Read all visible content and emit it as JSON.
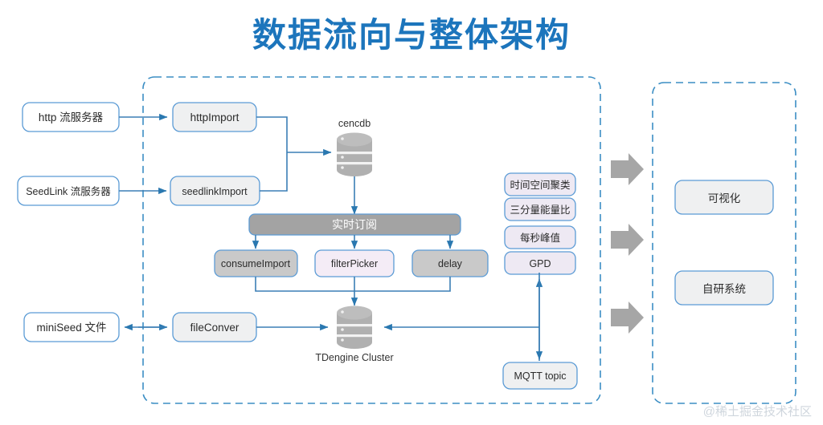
{
  "title": "数据流向与整体架构",
  "watermark": "@稀土掘金技术社区",
  "colors": {
    "title": "#1c75bc",
    "connector": "#3b7fb5",
    "panel_border": "#3b8ec4",
    "box_border": "#5b9bd5",
    "gray_fill": "#eff0f1",
    "dark_bar": "#a3a3a3",
    "pink_fill": "#f4ecf6",
    "block_arrow": "#a6a6a6",
    "watermark": "#cfd6dd"
  },
  "sources": [
    {
      "id": "http-source",
      "label": "http 流服务器"
    },
    {
      "id": "seedlink-source",
      "label": "SeedLink 流服务器"
    },
    {
      "id": "miniseed-file",
      "label": "miniSeed 文件"
    }
  ],
  "importers": [
    {
      "id": "http-import",
      "label": "httpImport"
    },
    {
      "id": "seedlink-import",
      "label": "seedlinkImport"
    },
    {
      "id": "file-conver",
      "label": "fileConver"
    }
  ],
  "databases": [
    {
      "id": "cencdb",
      "label": "cencdb",
      "caption_position": "top"
    },
    {
      "id": "tdengine-cluster",
      "label": "TDengine Cluster",
      "caption_position": "bottom"
    }
  ],
  "subscription_bar": {
    "id": "realtime-subscription",
    "label": "实时订阅"
  },
  "consumers": [
    {
      "id": "consume-import",
      "label": "consumeImport",
      "style": "gray"
    },
    {
      "id": "filter-picker",
      "label": "filterPicker",
      "style": "pink"
    },
    {
      "id": "delay",
      "label": "delay",
      "style": "gray"
    }
  ],
  "algorithms": [
    {
      "id": "spatiotemporal-clustering",
      "label": "时间空间聚类"
    },
    {
      "id": "three-component-energy-ratio",
      "label": "三分量能量比"
    },
    {
      "id": "peak-per-second",
      "label": "每秒峰值"
    },
    {
      "id": "gpd",
      "label": "GPD"
    }
  ],
  "mqtt": {
    "id": "mqtt-topic",
    "label": "MQTT topic"
  },
  "outputs": [
    {
      "id": "visualization",
      "label": "可视化"
    },
    {
      "id": "self-developed-system",
      "label": "自研系统"
    }
  ],
  "block_arrows": [
    {
      "id": "output-arrow-1"
    },
    {
      "id": "output-arrow-2"
    },
    {
      "id": "output-arrow-3"
    }
  ]
}
